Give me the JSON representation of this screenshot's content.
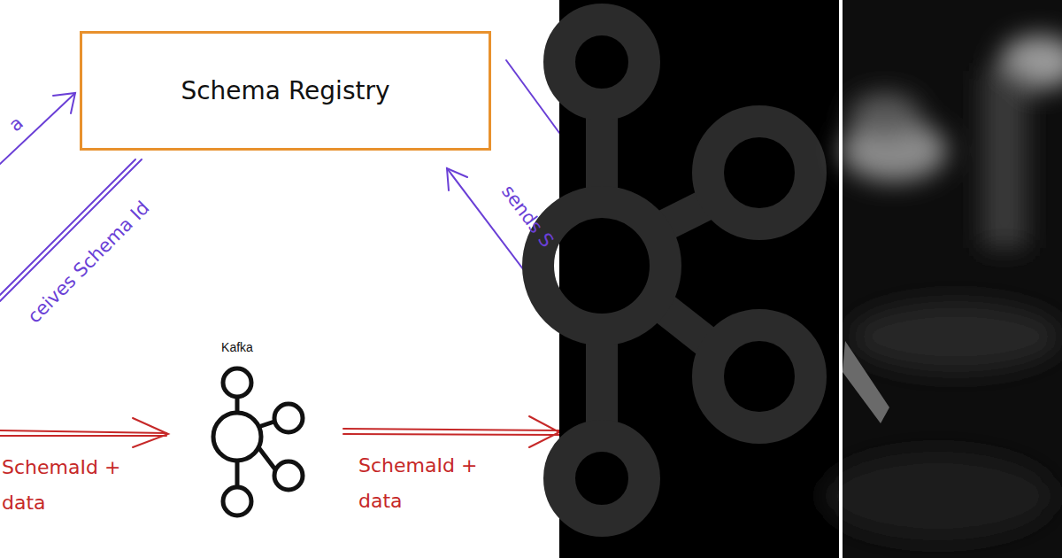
{
  "diagram": {
    "nodes": [
      {
        "text": [
          "Schema Registry"
        ]
      },
      {
        "text": [
          "Kafka"
        ]
      }
    ],
    "labels": [
      "a",
      "ceives Schema Id",
      "sends S",
      "SchemaId + data",
      "SchemaId + data"
    ]
  }
}
